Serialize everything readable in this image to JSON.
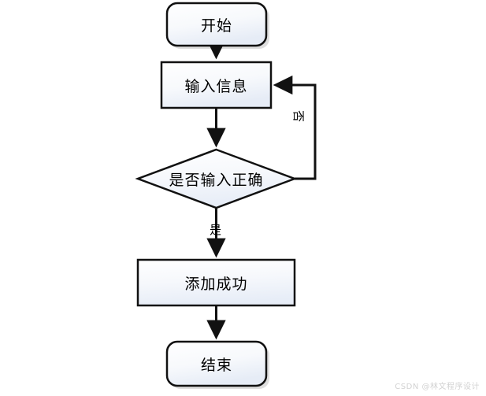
{
  "diagram": {
    "type": "flowchart",
    "orientation": "top-to-bottom",
    "background_color": "#ffffff",
    "stroke_color": "#1a1a1a",
    "fill_gradient_from": "#ffffff",
    "fill_gradient_to": "#e8eef7",
    "nodes": [
      {
        "id": "start",
        "shape": "rounded-rectangle",
        "label": "开始"
      },
      {
        "id": "input",
        "shape": "rectangle",
        "label": "输入信息"
      },
      {
        "id": "decide",
        "shape": "diamond",
        "label": "是否输入正确"
      },
      {
        "id": "success",
        "shape": "rectangle",
        "label": "添加成功"
      },
      {
        "id": "end",
        "shape": "rounded-rectangle",
        "label": "结束"
      }
    ],
    "edges": [
      {
        "from": "start",
        "to": "input",
        "label": ""
      },
      {
        "from": "input",
        "to": "decide",
        "label": ""
      },
      {
        "from": "decide",
        "to": "success",
        "label": "是"
      },
      {
        "from": "decide",
        "to": "input",
        "label": "否"
      },
      {
        "from": "success",
        "to": "end",
        "label": ""
      }
    ]
  },
  "watermark": {
    "text": "CSDN @林文程序设计",
    "color": "#d2d2d2"
  }
}
